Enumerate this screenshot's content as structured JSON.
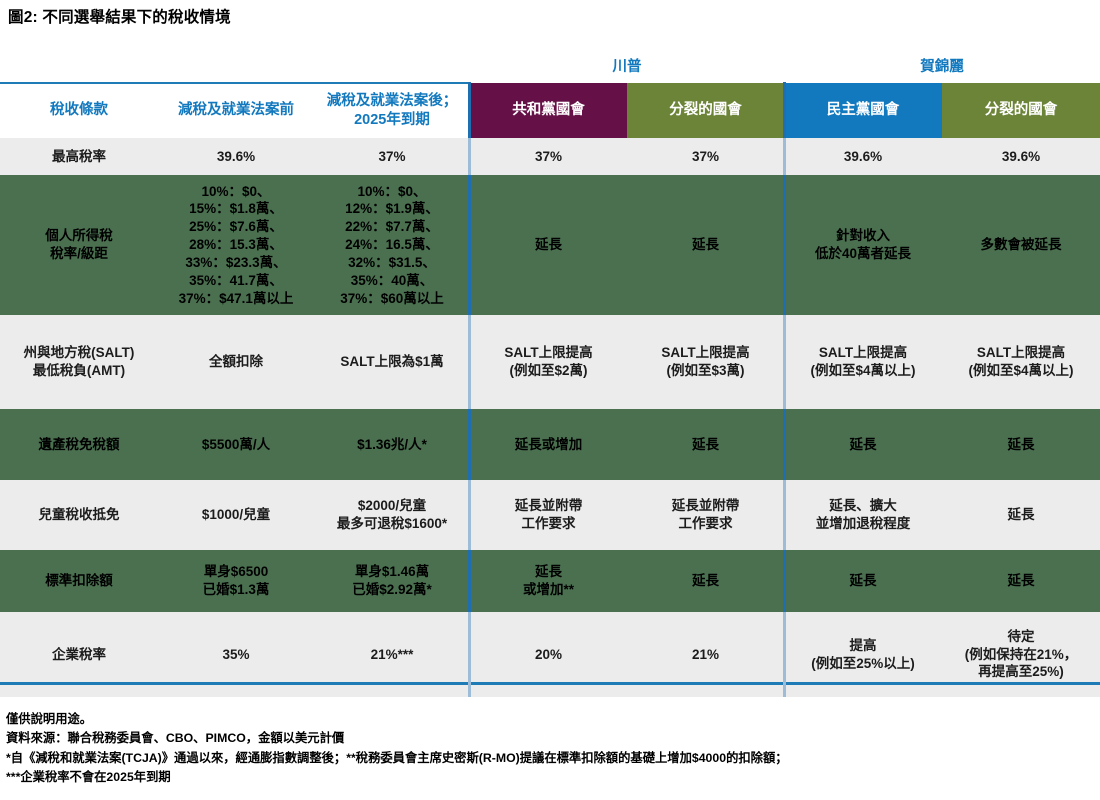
{
  "title": "圖2: 不同選舉結果下的稅收情境",
  "candidates": [
    {
      "name": "川普"
    },
    {
      "name": "賀錦麗"
    }
  ],
  "columns": [
    {
      "key": "provision",
      "label": "稅收條款",
      "style": "h-white"
    },
    {
      "key": "pre_tcja",
      "label": "減稅及就業法案前",
      "style": "h-white"
    },
    {
      "key": "post_tcja",
      "label": "減稅及就業法案後；\n2025年到期",
      "style": "h-white"
    },
    {
      "key": "t_rep",
      "label": "共和黨國會",
      "style": "h-maroon"
    },
    {
      "key": "t_split",
      "label": "分裂的國會",
      "style": "h-olive"
    },
    {
      "key": "h_dem",
      "label": "民主黨國會",
      "style": "h-blue"
    },
    {
      "key": "h_split",
      "label": "分裂的國會",
      "style": "h-olive"
    }
  ],
  "header_line2": "2025年到期",
  "header_line1": "減稅及就業法案後；",
  "rows": [
    {
      "shade": "gray",
      "height": "row-h1",
      "cells": [
        "最高稅率",
        "39.6%",
        "37%",
        "37%",
        "37%",
        "39.6%",
        "39.6%"
      ]
    },
    {
      "shade": "green",
      "height": "row-h2",
      "cells": [
        "個人所得稅\n稅率/級距",
        "10%：$0、\n15%：$1.8萬、\n25%：$7.6萬、\n28%：15.3萬、\n33%：$23.3萬、\n35%：41.7萬、\n37%：$47.1萬以上",
        "10%：$0、\n12%：$1.9萬、\n22%：$7.7萬、\n24%：16.5萬、\n32%：$31.5、\n35%：40萬、\n37%：$60萬以上",
        "延長",
        "延長",
        "針對收入\n低於40萬者延長",
        "多數會被延長"
      ]
    },
    {
      "shade": "gray",
      "height": "row-h3",
      "cells": [
        "州與地方稅(SALT)\n最低稅負(AMT)",
        "全額扣除",
        "SALT上限為$1萬",
        "SALT上限提高\n(例如至$2萬)",
        "SALT上限提高\n(例如至$3萬)",
        "SALT上限提高\n(例如至$4萬以上)",
        "SALT上限提高\n(例如至$4萬以上)"
      ]
    },
    {
      "shade": "green",
      "height": "row-h4",
      "cells": [
        "遺產稅免稅額",
        "$5500萬/人",
        "$1.36兆/人*",
        "延長或增加",
        "延長",
        "延長",
        "延長"
      ]
    },
    {
      "shade": "gray",
      "height": "row-h5",
      "cells": [
        "兒童稅收抵免",
        "$1000/兒童",
        "$2000/兒童\n最多可退稅$1600*",
        "延長並附帶\n工作要求",
        "延長並附帶\n工作要求",
        "延長、擴大\n並增加退稅程度",
        "延長"
      ]
    },
    {
      "shade": "green",
      "height": "row-h6",
      "cells": [
        "標準扣除額",
        "單身$6500\n已婚$1.3萬",
        "單身$1.46萬\n已婚$2.92萬*",
        "延長\n或增加**",
        "延長",
        "延長",
        "延長"
      ]
    },
    {
      "shade": "gray",
      "height": "row-h7",
      "cells": [
        "企業稅率",
        "35%",
        "21%***",
        "20%",
        "21%",
        "提高\n(例如至25%以上)",
        "待定\n(例如保持在21%，\n再提高至25%)"
      ]
    }
  ],
  "footnotes": [
    "僅供說明用途。",
    "資料來源：聯合稅務委員會、CBO、PIMCO，金額以美元計價",
    "*自《減稅和就業法案(TCJA)》通過以來，經通膨指數調整後；**稅務委員會主席史密斯(R-MO)提議在標準扣除額的基礎上增加$4000的扣除額；",
    "***企業稅率不會在2025年到期"
  ],
  "colors": {
    "accent_blue": "#1279bf",
    "maroon": "#651047",
    "olive": "#6c8438",
    "green_row": "#4a7050",
    "gray_row": "#ececec",
    "rule": "#1f7bb6"
  }
}
